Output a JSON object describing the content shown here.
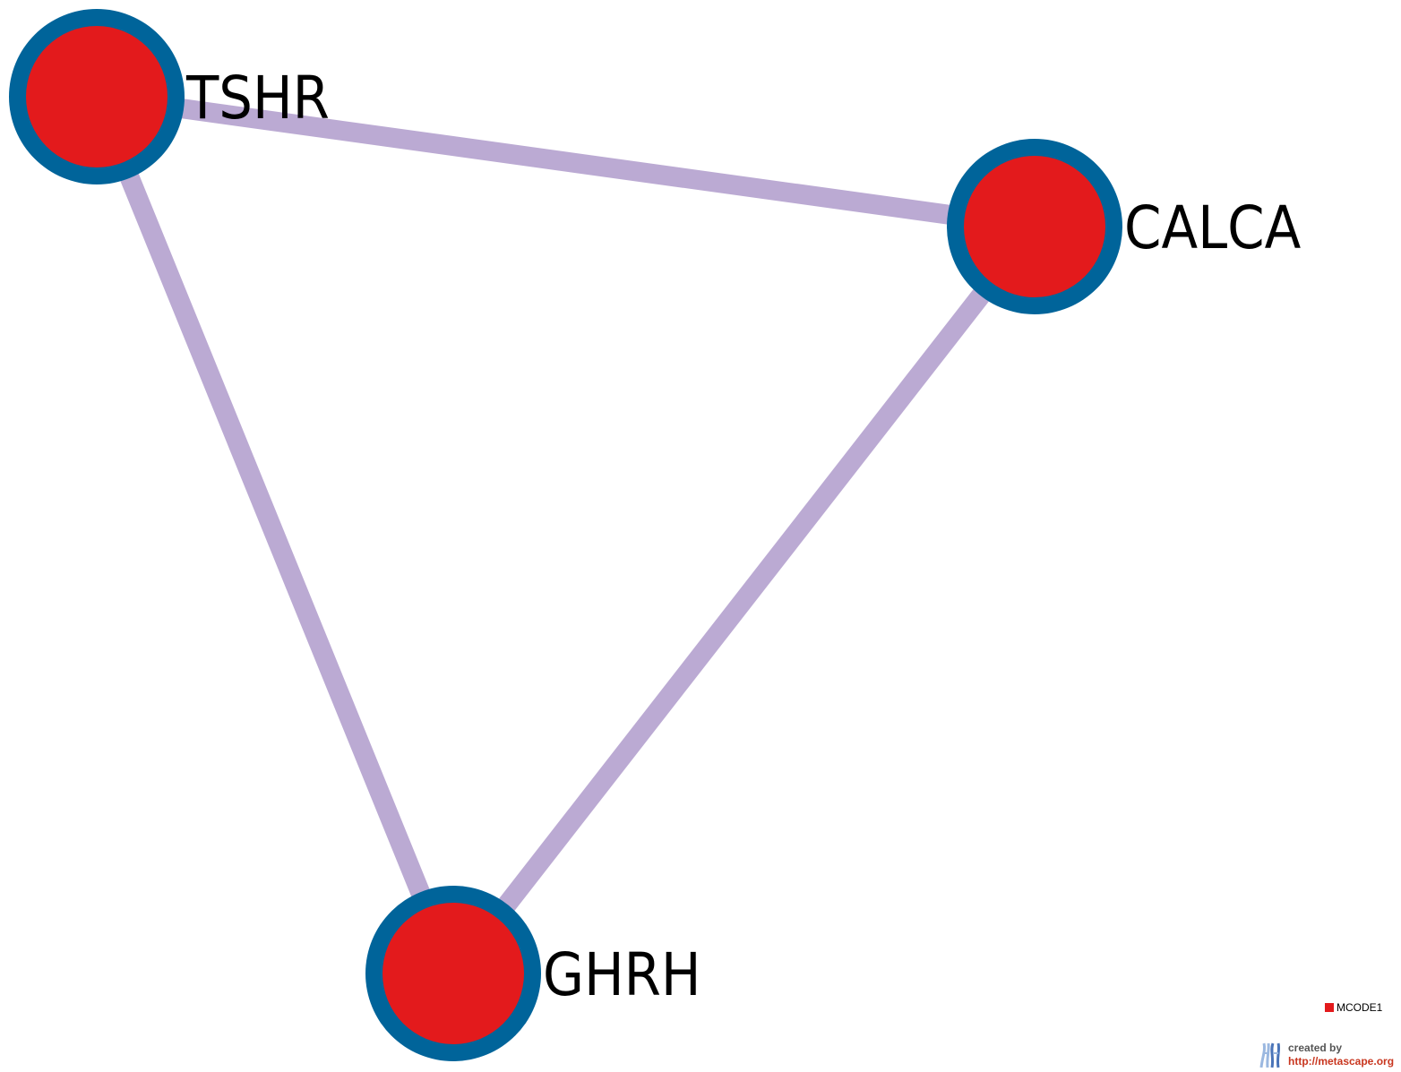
{
  "diagram": {
    "nodes": [
      {
        "id": "TSHR",
        "label": "TSHR",
        "fill": "#e31a1c",
        "border": "#00649a"
      },
      {
        "id": "CALCA",
        "label": "CALCA",
        "fill": "#e31a1c",
        "border": "#00649a"
      },
      {
        "id": "GHRH",
        "label": "GHRH",
        "fill": "#e31a1c",
        "border": "#00649a"
      }
    ],
    "edges": [
      {
        "source": "TSHR",
        "target": "CALCA"
      },
      {
        "source": "TSHR",
        "target": "GHRH"
      },
      {
        "source": "CALCA",
        "target": "GHRH"
      }
    ],
    "edge_color": "#bbaad3"
  },
  "legend": {
    "items": [
      {
        "label": "MCODE1",
        "color": "#e31a1c"
      }
    ]
  },
  "credit": {
    "line1": "created by",
    "line2": "http://metascape.org",
    "logo_icon": "metascape-logo-icon"
  }
}
